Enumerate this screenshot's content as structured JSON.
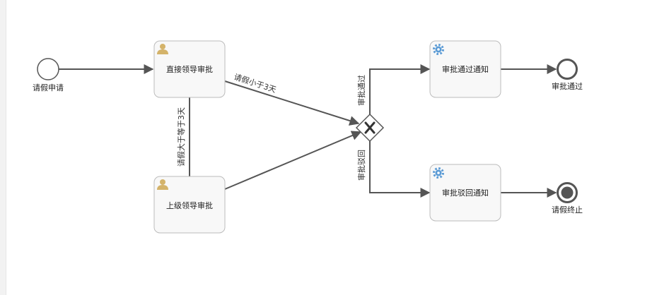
{
  "diagram": {
    "nodes": {
      "start": {
        "label": "请假申请",
        "type": "start-event"
      },
      "direct_approval": {
        "label": "直接领导审批",
        "type": "user-task",
        "icon": "user-icon"
      },
      "superior_approval": {
        "label": "上级领导审批",
        "type": "user-task",
        "icon": "user-icon"
      },
      "gateway": {
        "label": "",
        "type": "exclusive-gateway",
        "icon": "x-icon"
      },
      "pass_notice": {
        "label": "审批通过通知",
        "type": "service-task",
        "icon": "gear-icon"
      },
      "reject_notice": {
        "label": "审批驳回通知",
        "type": "service-task",
        "icon": "gear-icon"
      },
      "end_pass": {
        "label": "审批通过",
        "type": "end-event"
      },
      "end_terminate": {
        "label": "请假终止",
        "type": "terminate-end-event"
      }
    },
    "flows": {
      "less_than_3": "请假小于3天",
      "ge_3": "请假大于等于3天",
      "approved": "审批通过",
      "rejected": "审批驳回"
    },
    "colors": {
      "line": "#555555",
      "task_fill": "#f8f8f8",
      "task_border": "#bbbbbb",
      "user_icon": "#d4b36a",
      "gear_icon": "#5b9bd5"
    }
  }
}
